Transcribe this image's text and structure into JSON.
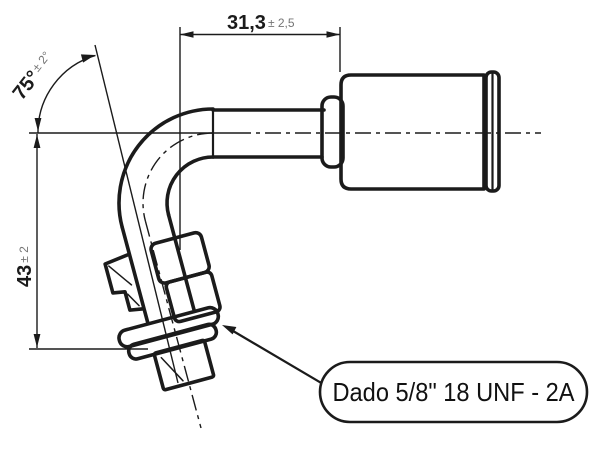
{
  "drawing": {
    "type": "technical-drawing",
    "subject": "90-degree-elbow-crimp-hose-fitting",
    "background_color": "#ffffff",
    "line_color": "#1b1b1b",
    "tolerance_text_color": "#757575"
  },
  "dimensions": {
    "length": {
      "value": "31,3",
      "tolerance": "± 2,5"
    },
    "angle": {
      "value": "75°",
      "tolerance": "± 2°"
    },
    "height": {
      "value": "43",
      "tolerance": "± 2"
    }
  },
  "callout": {
    "label": "Dado 5/8\" 18 UNF - 2A"
  }
}
